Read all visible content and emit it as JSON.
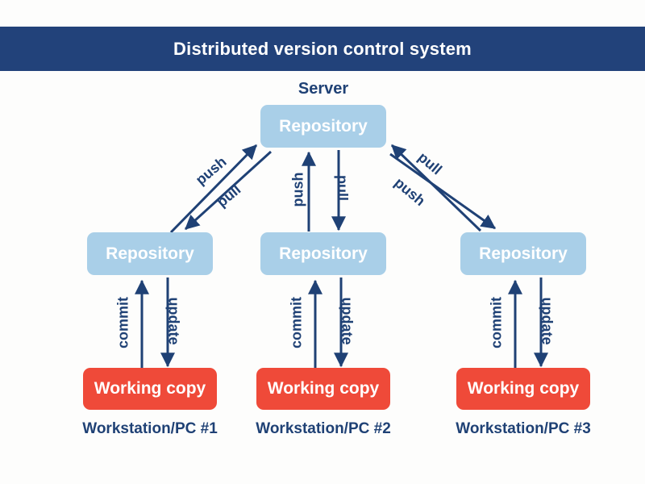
{
  "header": {
    "title": "Distributed version control system",
    "bar_color": "#22427a",
    "text_color": "#ffffff"
  },
  "canvas": {
    "background_color": "#fdfdfc",
    "accent_navy": "#1f4175",
    "repo_fill": "#a9cfe8",
    "workcopy_fill": "#ef4a39",
    "arrow_color": "#1f4175"
  },
  "server": {
    "label": "Server",
    "repository_label": "Repository"
  },
  "columns": [
    {
      "station_label": "Workstation/PC #1",
      "repository_label": "Repository",
      "working_copy_label": "Working copy",
      "to_server_label": "push",
      "from_server_label": "pull",
      "commit_label": "commit",
      "update_label": "update"
    },
    {
      "station_label": "Workstation/PC #2",
      "repository_label": "Repository",
      "working_copy_label": "Working copy",
      "to_server_label": "push",
      "from_server_label": "pull",
      "commit_label": "commit",
      "update_label": "update"
    },
    {
      "station_label": "Workstation/PC #3",
      "repository_label": "Repository",
      "working_copy_label": "Working copy",
      "to_server_label": "push",
      "from_server_label": "pull",
      "commit_label": "commit",
      "update_label": "update"
    }
  ]
}
